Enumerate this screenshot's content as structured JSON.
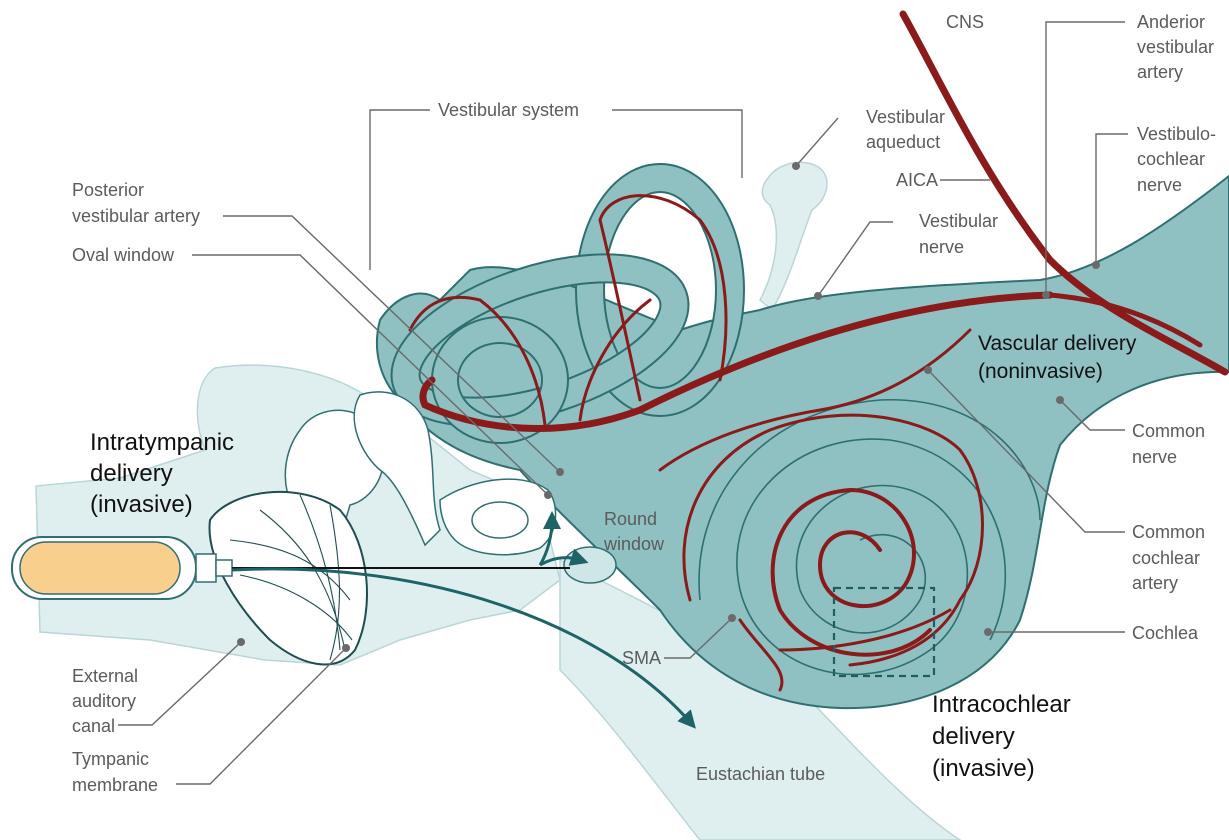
{
  "colors": {
    "tissue": "#8fc1c3",
    "tissue_stroke": "#2f6f70",
    "light_region": "#dfeff0",
    "artery": "#8b1a1a",
    "delivery_arrow": "#1e6366",
    "syringe_fill": "#f8cf8d",
    "label": "#5b5b5b",
    "label_emphasis": "#111111"
  },
  "labels": {
    "cns": "CNS",
    "anterior_vestibular_artery": [
      "Anderior",
      "vestibular",
      "artery"
    ],
    "vestibular_system": "Vestibular system",
    "vestibular_aqueduct": [
      "Vestibular",
      "aqueduct"
    ],
    "vestibulocochlear_nerve": [
      "Vestibulo-",
      "cochlear",
      "nerve"
    ],
    "aica": "AICA",
    "posterior_vestibular_artery": [
      "Posterior",
      "vestibular artery"
    ],
    "vestibular_nerve": [
      "Vestibular",
      "nerve"
    ],
    "oval_window": "Oval window",
    "vascular_delivery": [
      "Vascular delivery",
      "(noninvasive)"
    ],
    "intratympanic_delivery": [
      "Intratympanic",
      "delivery",
      "(invasive)"
    ],
    "common_nerve": [
      "Common",
      "nerve"
    ],
    "round_window": [
      "Round",
      "window"
    ],
    "common_cochlear_artery": [
      "Common",
      "cochlear",
      "artery"
    ],
    "cochlea": "Cochlea",
    "sma": "SMA",
    "external_auditory_canal": [
      "External",
      "auditory",
      "canal"
    ],
    "intracochlear_delivery": [
      "Intracochlear",
      "delivery",
      "(invasive)"
    ],
    "tympanic_membrane": [
      "Tympanic",
      "membrane"
    ],
    "eustachian_tube": "Eustachian tube"
  }
}
